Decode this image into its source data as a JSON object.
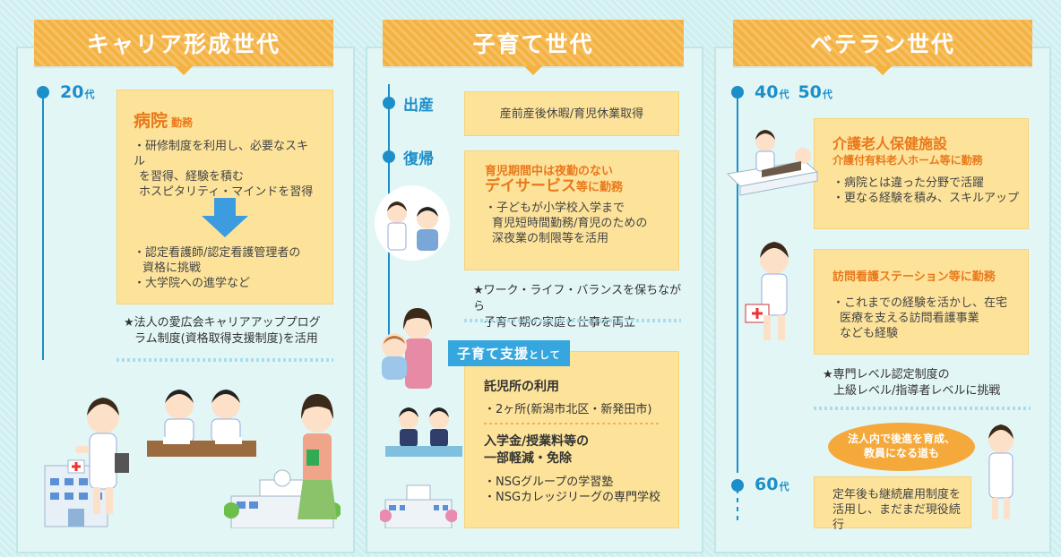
{
  "columns": {
    "career": {
      "title": "キャリア形成世代",
      "age_num": "20",
      "age_suffix": "代",
      "box_title": "病院",
      "box_title_suffix": "勤務",
      "box_lines_1": [
        "・研修制度を利用し、必要なスキル",
        "を習得、経験を積む",
        "ホスピタリティ・マインドを習得"
      ],
      "box_lines_2": [
        "・認定看護師/認定看護管理者の",
        "資格に挑戦",
        "・大学院への進学など"
      ],
      "note_lines": [
        "★法人の愛広会キャリアアッププログ",
        "ラム制度(資格取得支援制度)を活用"
      ]
    },
    "child": {
      "title": "子育て世代",
      "stage1": "出産",
      "stage1_box": "産前産後休暇/育児休業取得",
      "stage2": "復帰",
      "box2_line1": "育児期間中は夜勤のない",
      "box2_line2_big": "デイサービス",
      "box2_line2_rest": "等に勤務",
      "box2_items": [
        "・子どもが小学校入学まで",
        "育児短時間勤務/育児のための",
        "深夜業の制限等を活用"
      ],
      "note_lines": [
        "★ワーク・ライフ・バランスを保ちながら",
        "子育て期の家庭と仕事を両立"
      ],
      "support_tag": "子育て支援",
      "support_tag_suffix": "として",
      "support_head1": "託児所の利用",
      "support_item1": "・2ヶ所(新潟市北区・新発田市)",
      "support_head2_lines": [
        "入学金/授業料等の",
        "一部軽減・免除"
      ],
      "support_items2": [
        "・NSGグループの学習塾",
        "・NSGカレッジリーグの専門学校"
      ]
    },
    "veteran": {
      "title": "ベテラン世代",
      "age1_num": "40",
      "age1_suffix": "代",
      "age2_num": "50",
      "age2_suffix": "代",
      "box1_title": "介護老人保健施設",
      "box1_sub": "介護付有料老人ホーム等に勤務",
      "box1_items": [
        "・病院とは違った分野で活躍",
        "・更なる経験を積み、スキルアップ"
      ],
      "box2_title": "訪問看護ステーション等に勤務",
      "box2_items": [
        "・これまでの経験を活かし、在宅",
        "医療を支える訪問看護事業",
        "なども経験"
      ],
      "note_lines": [
        "★専門レベル認定制度の",
        "上級レベル/指導者レベルに挑戦"
      ],
      "bubble_lines": [
        "法人内で後進を育成、",
        "教員になる道も"
      ],
      "age3_num": "60",
      "age3_suffix": "代",
      "box3_lines": [
        "定年後も継続雇用制度を",
        "活用し、まだまだ現役続行"
      ]
    }
  },
  "colors": {
    "accent_orange": "#f4b242",
    "timeline_blue": "#1c8fc9",
    "box_yellow": "#fde39a",
    "tag_blue": "#36a7de"
  }
}
